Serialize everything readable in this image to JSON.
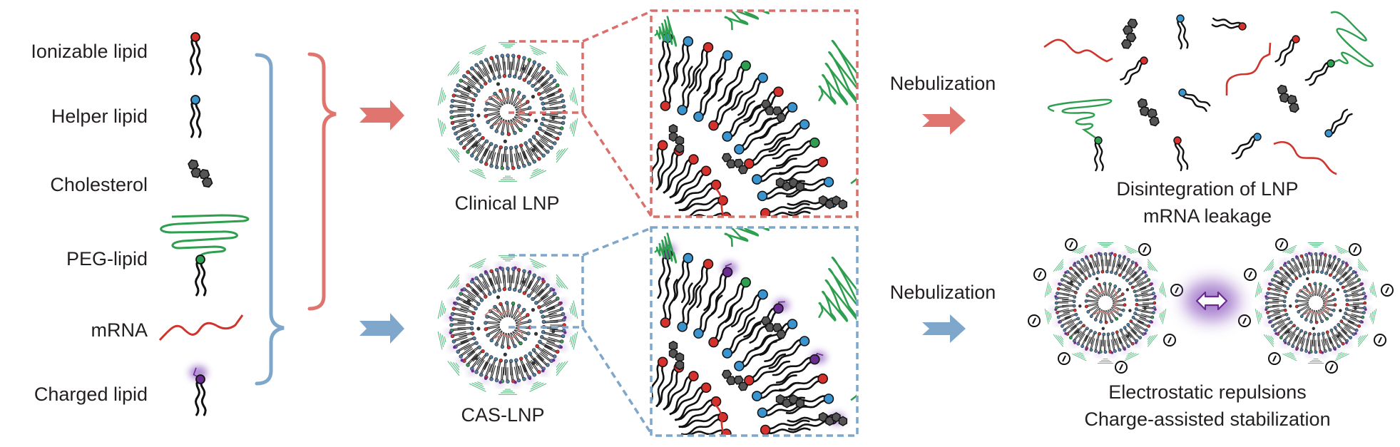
{
  "components": {
    "title": "Formulation components",
    "items": [
      {
        "label": "Ionizable lipid",
        "icon": "ionizable-lipid-icon",
        "head_color": "#d7312e"
      },
      {
        "label": "Helper lipid",
        "icon": "helper-lipid-icon",
        "head_color": "#3a95cf"
      },
      {
        "label": "Cholesterol",
        "icon": "cholesterol-icon",
        "head_color": "#555555"
      },
      {
        "label": "PEG-lipid",
        "icon": "peg-lipid-icon",
        "head_color": "#2e9e4f"
      },
      {
        "label": "mRNA",
        "icon": "mrna-strand-icon",
        "head_color": "#d7312e"
      },
      {
        "label": "Charged lipid",
        "icon": "charged-lipid-icon",
        "head_color": "#6a2c91"
      }
    ]
  },
  "formulations": {
    "clinical": {
      "label": "Clinical LNP",
      "accent": "#e07570"
    },
    "cas": {
      "label": "CAS-LNP",
      "accent": "#7ea7cb"
    }
  },
  "process": {
    "top_step": "Nebulization",
    "bottom_step": "Nebulization"
  },
  "outcomes": {
    "clinical": {
      "line1": "Disintegration of LNP",
      "line2": "mRNA leakage"
    },
    "cas": {
      "line1": "Electrostatic repulsions",
      "line2": "Charge-assisted stabilization"
    }
  },
  "colors": {
    "ionizable": "#d7312e",
    "helper": "#3a95cf",
    "peg": "#2e9e4f",
    "peg_light": "#5bbf85",
    "charged": "#6a2c91",
    "charge_glow": "#9a6cc6",
    "cholesterol": "#555555",
    "mrna": "#d0342c",
    "red_accent": "#e07570",
    "blue_accent": "#7ea7cb"
  }
}
